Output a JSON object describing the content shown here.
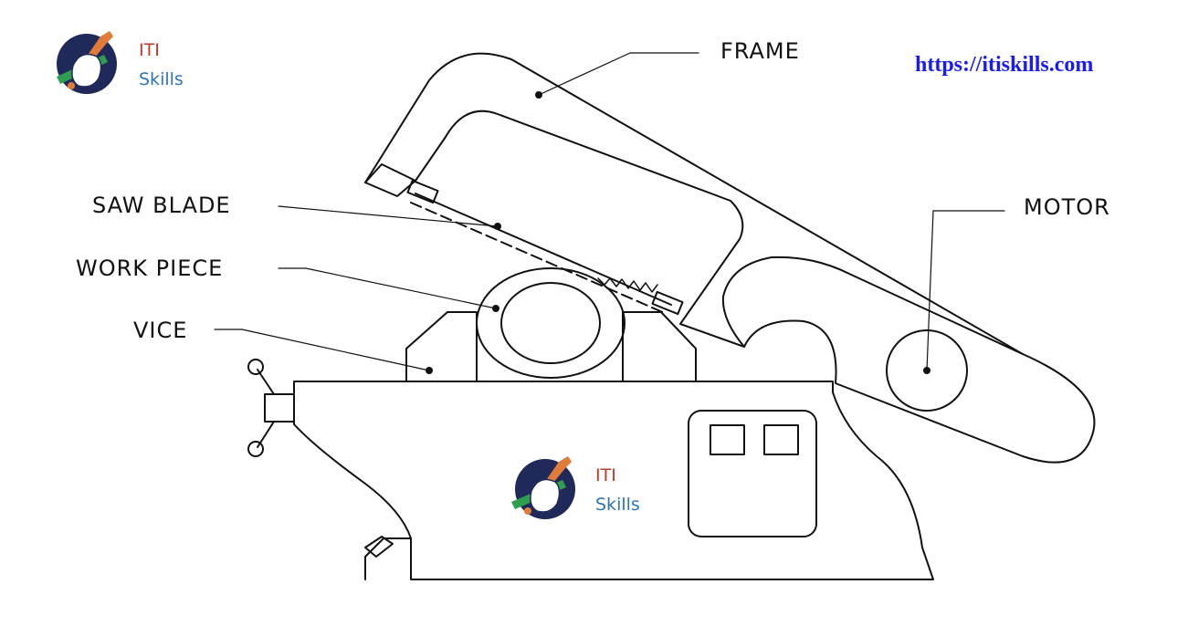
{
  "brand": {
    "line1": "ITI",
    "line2": "Skills",
    "url": "https://itiskills.com",
    "colors": {
      "iti": "#c0392b",
      "skills": "#2e75b6",
      "url": "#1a1aff",
      "logo_circle": "#1f2a5a",
      "logo_wrench": "#e07b39",
      "logo_pencil": "#2e9e4f"
    }
  },
  "labels": {
    "frame": "FRAME",
    "saw_blade": "SAW BLADE",
    "work_piece": "WORK PIECE",
    "vice": "VICE",
    "motor": "MOTOR"
  }
}
